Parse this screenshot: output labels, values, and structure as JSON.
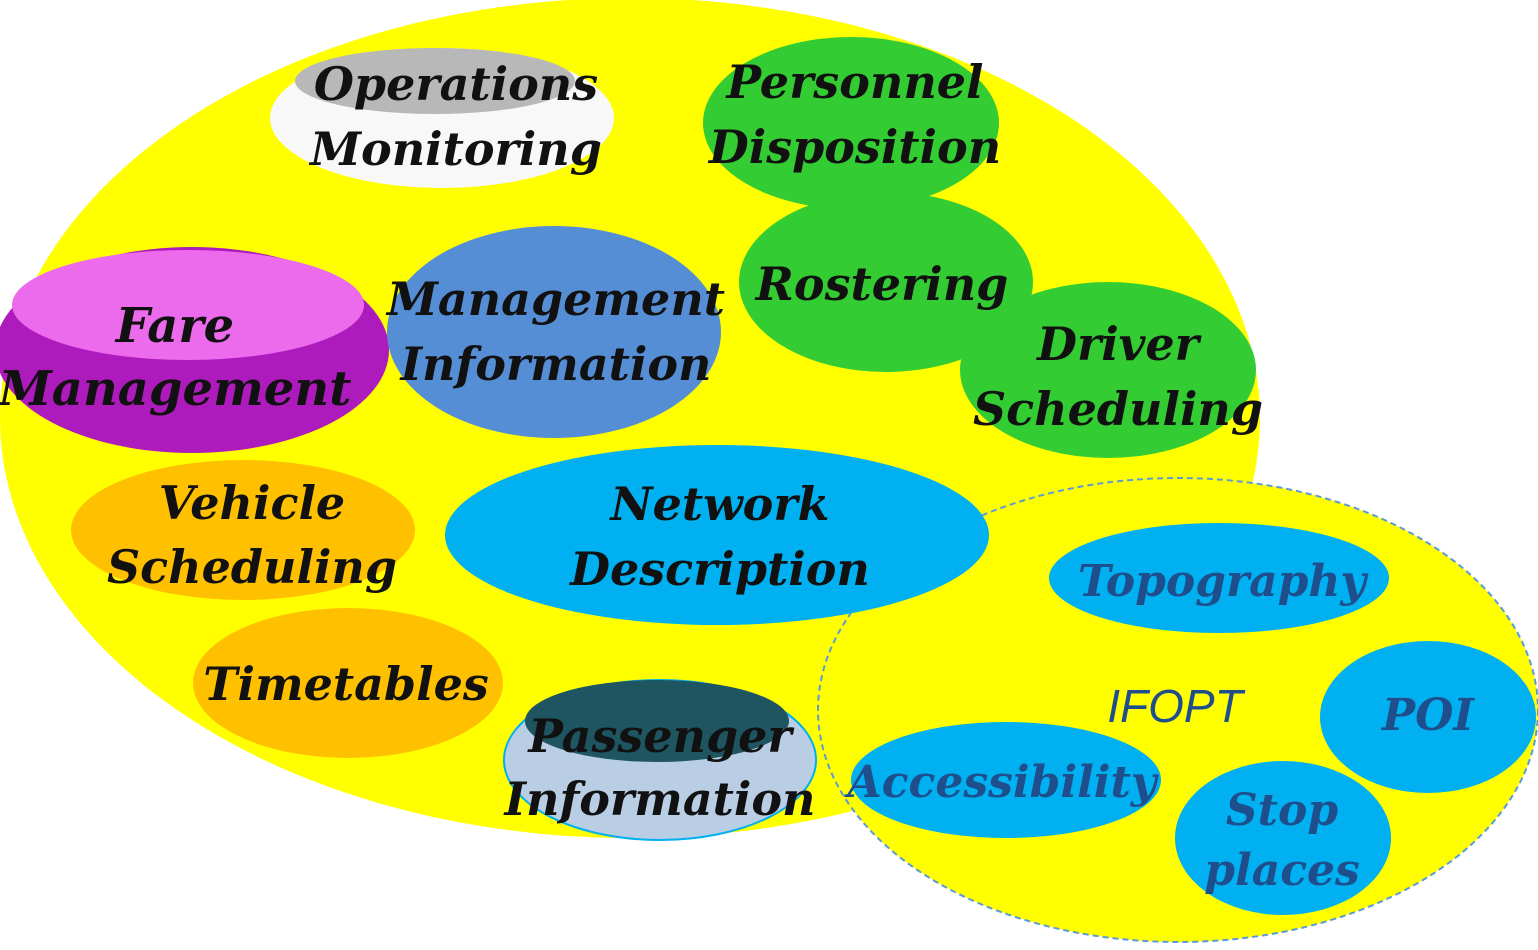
{
  "colors": {
    "main_field": "#ffff00",
    "ifopt_field": "#ffff00",
    "ifopt_border": "#5b9bd5",
    "green": "#33cc33",
    "cyan": "#00b0f0",
    "steel_blue": "#558ed5",
    "orange": "#ffc000",
    "fare_dark": "#ae1bbd",
    "fare_light": "#ec6aec",
    "ops_light": "#f8f8f8",
    "ops_gray": "#b8b8b8",
    "pax_light": "#b9cde5",
    "pax_dark": "#1f5560"
  },
  "nodes": {
    "operations_monitoring": {
      "line1": "Operations",
      "line2": "Monitoring"
    },
    "personnel_disposition": {
      "line1": "Personnel",
      "line2": "Disposition"
    },
    "rostering": {
      "label": "Rostering"
    },
    "driver_scheduling": {
      "line1": "Driver",
      "line2": "Scheduling"
    },
    "fare_management": {
      "line1": "Fare",
      "line2": "Management"
    },
    "management_information": {
      "line1": "Management",
      "line2": "Information"
    },
    "vehicle_scheduling": {
      "line1": "Vehicle",
      "line2": "Scheduling"
    },
    "network_description": {
      "line1": "Network",
      "line2": "Description"
    },
    "timetables": {
      "label": "Timetables"
    },
    "passenger_information": {
      "line1": "Passenger",
      "line2": "Information"
    }
  },
  "ifopt": {
    "label": "IFOPT",
    "topography": "Topography",
    "poi": "POI",
    "accessibility": "Accessibility",
    "stop_places": {
      "line1": "Stop",
      "line2": "places"
    }
  }
}
